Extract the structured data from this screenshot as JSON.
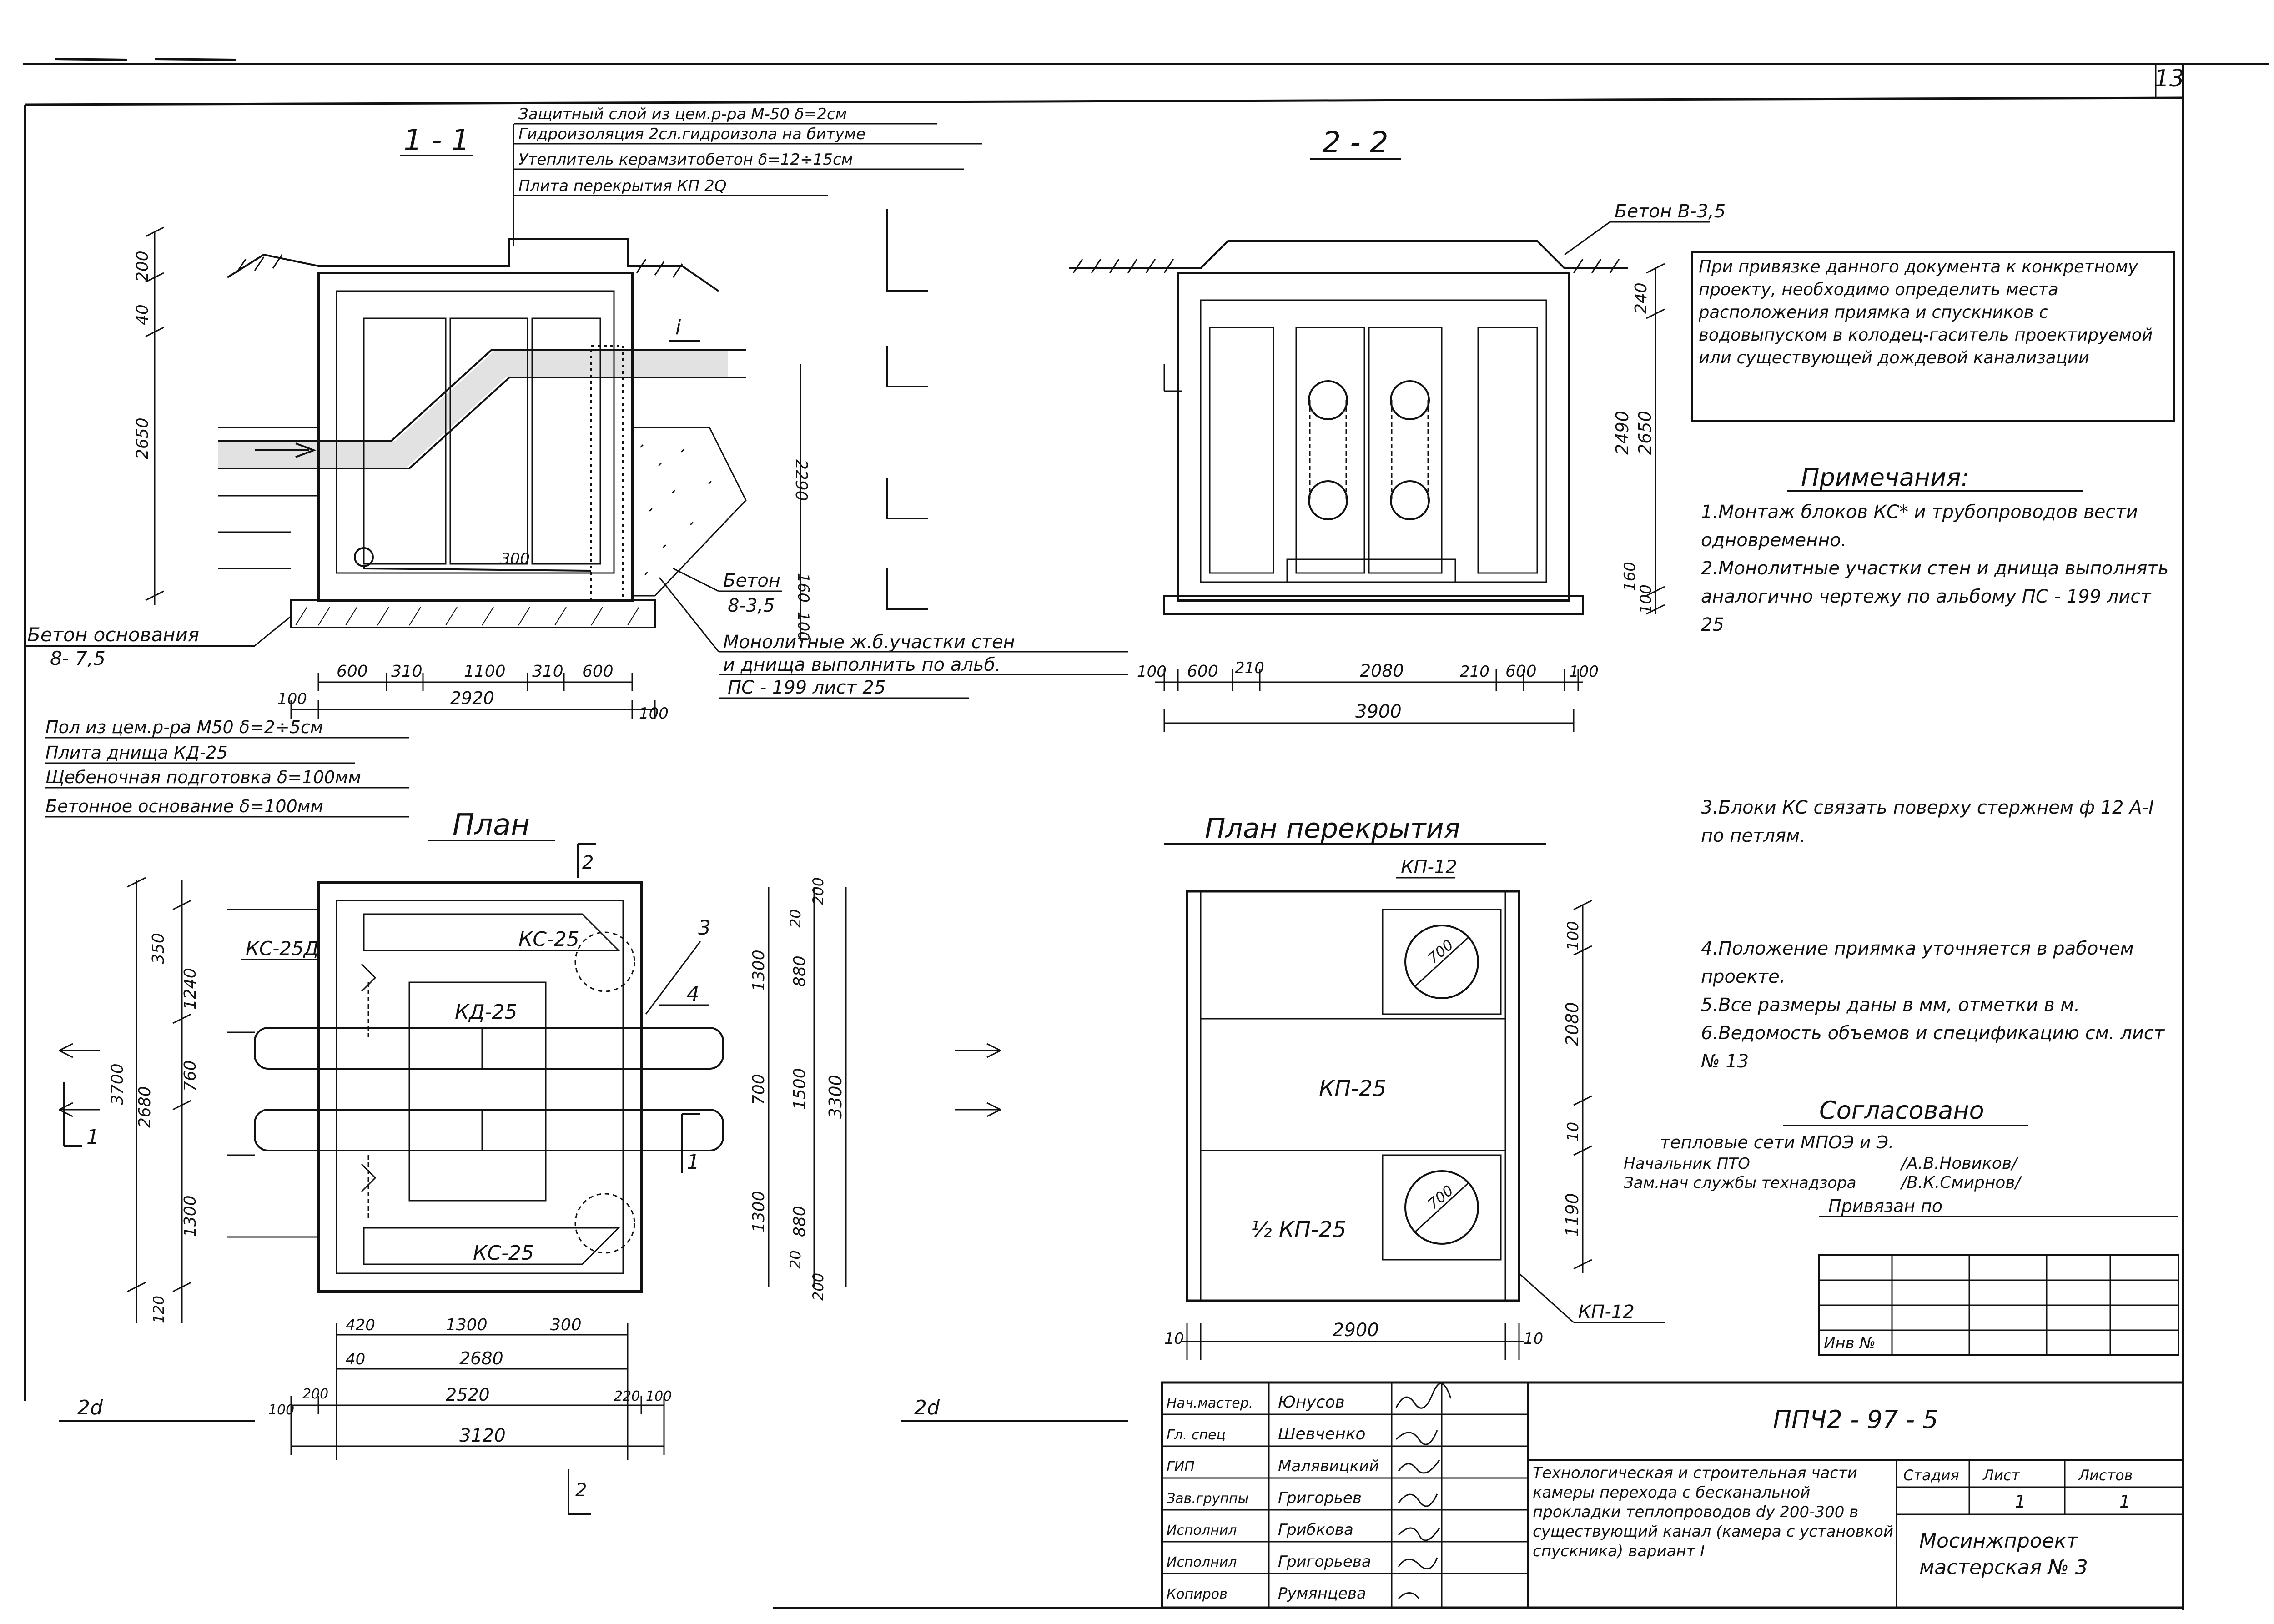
{
  "sheet_number": "13",
  "section_1": {
    "title": "1 - 1",
    "layers": [
      "Защитный слой из цем.р-ра М-50 δ=2см",
      "Гидроизоляция 2сл.гидроизола на битуме",
      "Утеплитель керамзитобетон δ=12÷15см",
      "Плита перекрытия КП 2Q"
    ],
    "dims_vertical": [
      "40",
      "200",
      "2650"
    ],
    "dim_right": "2290",
    "dims_right_small": [
      "160",
      "100"
    ],
    "dim_pipe": "300",
    "beton_right": "Бетон",
    "beton_right_grade": "8-3,5",
    "beton_base": "Бетон основания",
    "beton_base_grade": "8- 7,5",
    "monolith_note_1": "Монолитные ж.б.участки стен",
    "monolith_note_2": "и днища выполнить по альб.",
    "monolith_note_3": "ПС - 199 лист 25",
    "dims_bottom": [
      "600",
      "310",
      "1100",
      "310",
      "600"
    ],
    "dim_total": "2920",
    "dims_bottom_side": [
      "100",
      "100"
    ],
    "flow_arrow_label": "i"
  },
  "floor_layers": [
    "Пол из цем.р-ра М50 δ=2÷5см",
    "Плита днища КД-25",
    "Щебеночная подготовка δ=100мм",
    "Бетонное основание δ=100мм"
  ],
  "section_2": {
    "title": "2 - 2",
    "concrete": "Бетон В-3,5",
    "dims_vertical": [
      "240",
      "2490",
      "2650",
      "160",
      "100"
    ],
    "dims_bottom": [
      "100",
      "600",
      "210",
      "2080",
      "210",
      "600",
      "100"
    ],
    "dim_total": "3900"
  },
  "binding_note": "При привязке данного документа к конкретному проекту, необходимо определить места расположения приямка и спускников с водовыпуском в колодец-гаситель проектируемой или существующей дождевой канализации",
  "notes_title": "Примечания:",
  "notes": [
    "1.Монтаж блоков КС* и трубопроводов вести одновременно.",
    "2.Монолитные участки стен и днища выполнять аналогично чертежу по альбому ПС - 199 лист 25",
    "3.Блоки КС связать поверху стержнем ф 12 А-I по петлям.",
    "4.Положение приямка уточняется в рабочем проекте.",
    "5.Все размеры даны в мм, отметки в м.",
    "6.Ведомость объемов и спецификацию см. лист № 13"
  ],
  "agreed": {
    "title": "Согласовано",
    "org": "тепловые сети МПОЭ и Э.",
    "role_1": "Начальник ПТО",
    "name_1": "/А.В.Новиков/",
    "role_2": "Зам.нач службы технадзора",
    "name_2": "/В.К.Смирнов/",
    "tied_to": "Привязан по",
    "inv_no": "Инв №"
  },
  "plan": {
    "title": "План",
    "blocks": {
      "kc_top": "КС-25",
      "kd": "КД-25",
      "kc_bottom": "КС-25",
      "kc_d": "КС-25Д"
    },
    "callouts": [
      "3",
      "4"
    ],
    "dims_left": [
      "350",
      "1240",
      "760",
      "1300",
      "3700",
      "2680",
      "120"
    ],
    "dims_right": [
      "200",
      "20",
      "1300",
      "880",
      "700",
      "1500",
      "3300",
      "1300",
      "880",
      "20",
      "200"
    ],
    "dims_bottom_1": [
      "420",
      "1300",
      "300"
    ],
    "dims_bottom_2": [
      "40",
      "2680"
    ],
    "dims_bottom_3": [
      "100",
      "200",
      "2520",
      "220",
      "100"
    ],
    "dim_total": "3120",
    "section_marks": [
      "2",
      "2",
      "1",
      "1"
    ],
    "side_labels": [
      "2d",
      "2d"
    ]
  },
  "roof_plan": {
    "title": "План перекрытия",
    "kp12_top": "КП-12",
    "kp12_bottom": "КП-12",
    "kp25": "КП-25",
    "kp25_half": "½ КП-25",
    "hatch_diam": "700",
    "dims_right": [
      "100",
      "2080",
      "10",
      "1190"
    ],
    "dims_bottom": [
      "10",
      "2900",
      "10"
    ]
  },
  "title_block": {
    "code": "ППЧ2 - 97 - 5",
    "title": "Технологическая и строительная части камеры перехода с бесканальной прокладки теплопроводов dу 200-300 в существующий канал (камера с установкой спускника) вариант I",
    "stage_label": "Стадия",
    "sheet_label": "Лист",
    "sheets_label": "Листов",
    "sheet": "1",
    "sheets": "1",
    "org": "Мосинжпроект мастерская № 3",
    "roles": [
      {
        "role": "Нач.мастер.",
        "name": "Юнусов"
      },
      {
        "role": "Гл. спец",
        "name": "Шевченко"
      },
      {
        "role": "ГИП",
        "name": "Малявицкий"
      },
      {
        "role": "Зав.группы",
        "name": "Григорьев"
      },
      {
        "role": "Исполнил",
        "name": "Грибкова"
      },
      {
        "role": "Исполнил",
        "name": "Григорьева"
      },
      {
        "role": "Копиров",
        "name": "Румянцева"
      }
    ]
  }
}
